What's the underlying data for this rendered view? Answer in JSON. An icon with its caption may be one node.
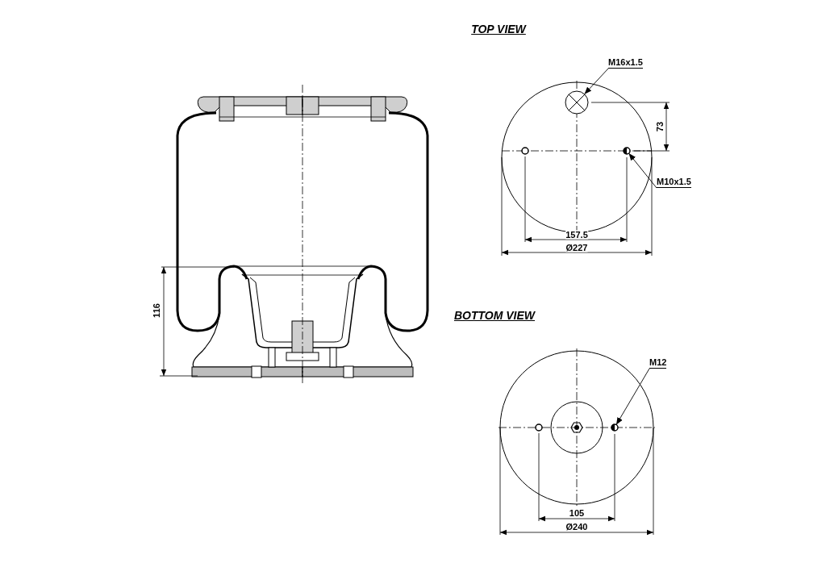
{
  "diagram": {
    "nodes": [
      {
        "text": [
          "M16x1.5"
        ]
      },
      {
        "text": [],
        "shape": "circle"
      },
      {
        "text": [
          "M10x1.5"
        ]
      },
      {
        "text": [],
        "shape": "circle"
      },
      {
        "text": [
          "M12"
        ]
      },
      {
        "text": [],
        "shape": "circle"
      }
    ],
    "edges": [
      {
        "from": 0,
        "to": 1,
        "arrow": "to"
      },
      {
        "from": 2,
        "to": 3,
        "arrow": "to"
      },
      {
        "from": 4,
        "to": 5,
        "arrow": "to"
      }
    ],
    "labels": [
      "TOP VIEW",
      "73",
      "157.5",
      "Ø227",
      "116",
      "BOTTOM VIEW",
      "105",
      "Ø240"
    ]
  }
}
